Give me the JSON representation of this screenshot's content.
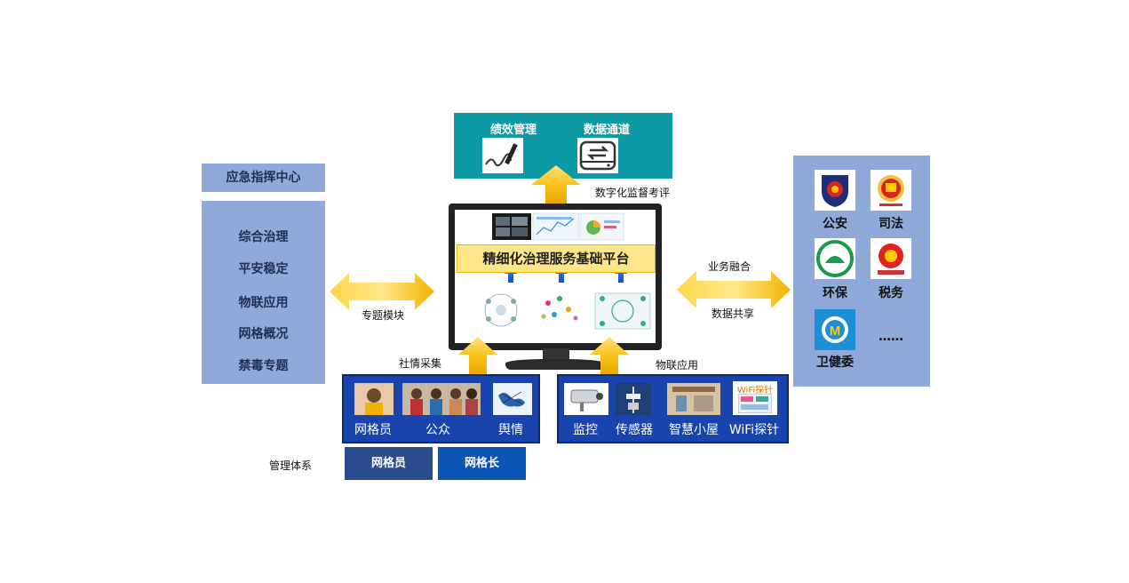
{
  "top": {
    "items": [
      {
        "label": "绩效管理",
        "icon": "signature-pen-icon"
      },
      {
        "label": "数据通道",
        "icon": "data-channel-icon"
      }
    ],
    "arrow_label": "数字化监督考评"
  },
  "left": {
    "title": "应急指挥中心",
    "items": [
      "综合治理",
      "平安稳定",
      "物联应用",
      "网格概况",
      "禁毒专题"
    ],
    "arrow_label": "专题模块"
  },
  "center": {
    "banner": "精细化治理服务基础平台"
  },
  "right": {
    "arrow_labels": [
      "业务融合",
      "数据共享"
    ],
    "items": [
      {
        "label": "公安",
        "icon": "police-emblem-icon"
      },
      {
        "label": "司法",
        "icon": "court-emblem-icon"
      },
      {
        "label": "环保",
        "icon": "environment-emblem-icon"
      },
      {
        "label": "税务",
        "icon": "tax-emblem-icon"
      },
      {
        "label": "卫健委",
        "icon": "health-emblem-icon"
      },
      {
        "label": "……",
        "icon": ""
      }
    ]
  },
  "bottom_left": {
    "arrow_label": "社情采集",
    "items": [
      "网格员",
      "公众",
      "舆情"
    ]
  },
  "bottom_right": {
    "arrow_label": "物联应用",
    "items": [
      "监控",
      "传感器",
      "智慧小屋",
      "WiFi探针"
    ],
    "wifi_badge": "WiFi探针"
  },
  "management": {
    "label": "管理体系",
    "buttons": [
      "网格员",
      "网格长"
    ]
  },
  "colors": {
    "teal": "#0e9aa4",
    "panel_blue": "#8fa9d8",
    "dark_blue": "#1944ad",
    "arrow_yellow": "#f5b800",
    "mgmt_dark": "#2b4d8c",
    "mgmt_bright": "#0b55b5"
  }
}
